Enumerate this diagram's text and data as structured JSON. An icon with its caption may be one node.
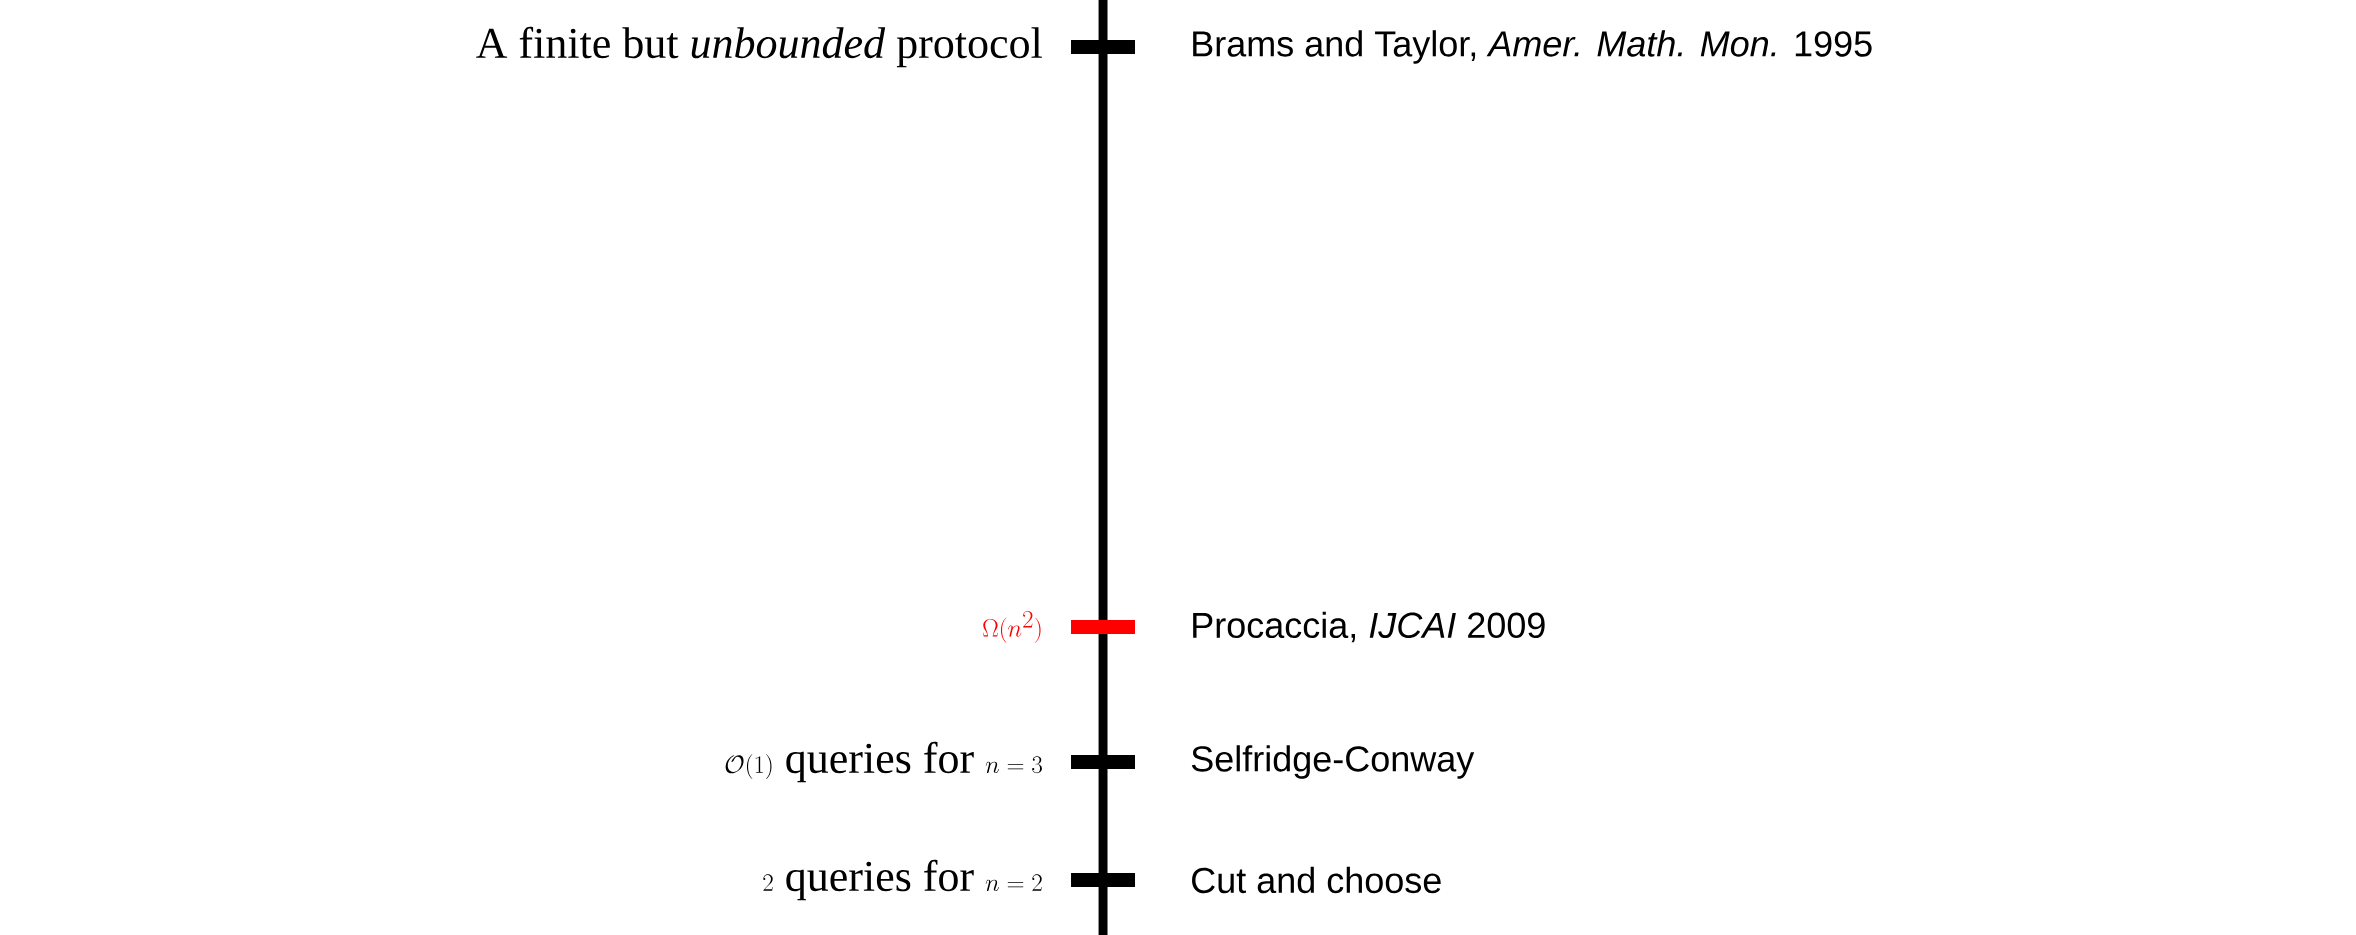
{
  "diagram": {
    "labels": [
      "A finite but *unbounded* protocol",
      "Brams and Taylor, *Amer. Math. Mon.* 1995",
      "\\Omega(n^2)",
      "Procaccia, *IJCAI* 2009",
      "\\mathcal{O}(1)\\text{ queries for }n=3",
      "Selfridge-Conway",
      "2\\text{ queries for }n=2",
      "Cut and choose"
    ]
  }
}
